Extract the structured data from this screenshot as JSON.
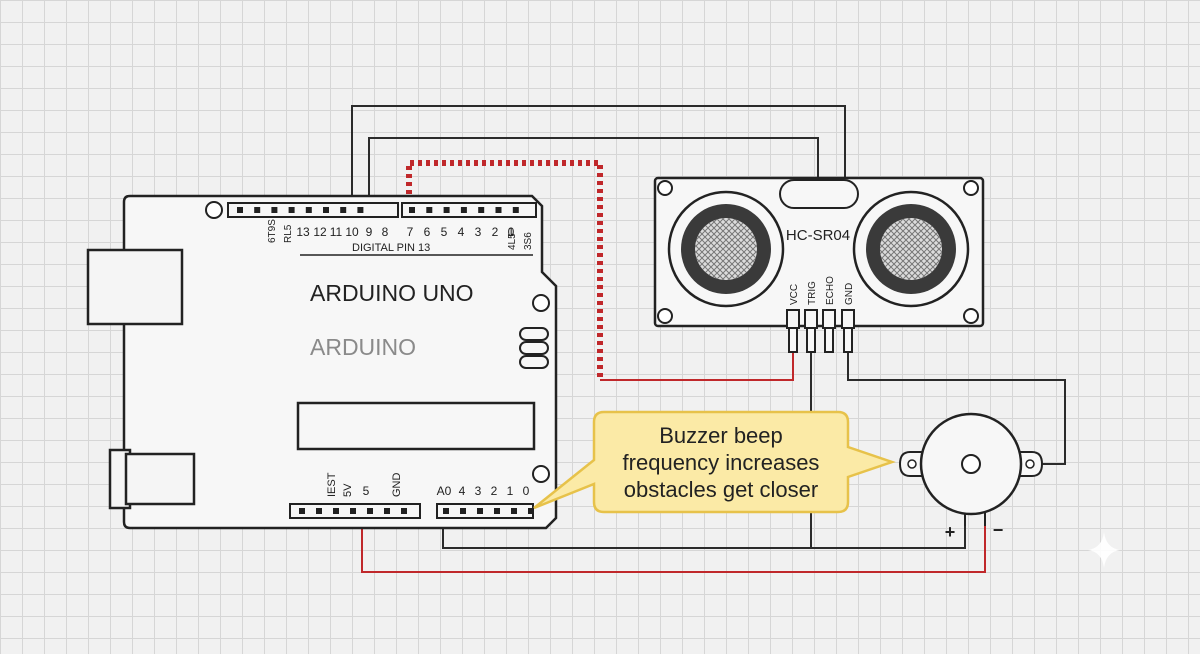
{
  "arduino": {
    "title": "ARDUINO UNO",
    "brand": "ARDUINO",
    "digital_label": "DIGITAL PIN 13",
    "pins_left": [
      "6T9S",
      "RL5",
      "13",
      "12",
      "11",
      "10",
      "9",
      "8"
    ],
    "pins_right": [
      "7",
      "6",
      "5",
      "4",
      "3",
      "2",
      "1",
      "4L5",
      "0",
      "3S6"
    ],
    "power_pins": [
      "IEST",
      "5V",
      "5",
      "GND"
    ],
    "analog_pins": [
      "A0",
      "4",
      "3",
      "2",
      "1",
      "0"
    ]
  },
  "sensor": {
    "name": "HC-SR04",
    "pins": [
      "VCC",
      "TRIG",
      "ECHO",
      "GND"
    ]
  },
  "buzzer": {
    "plus": "+",
    "minus": "−"
  },
  "callout": {
    "lines": [
      "Buzzer beep",
      "frequency increases",
      "obstacles get closer"
    ]
  },
  "colors": {
    "wire_dark": "#2b2b2b",
    "wire_red": "#c0282b",
    "callout_fill": "#fbeaa6",
    "callout_stroke": "#e7c24a"
  }
}
